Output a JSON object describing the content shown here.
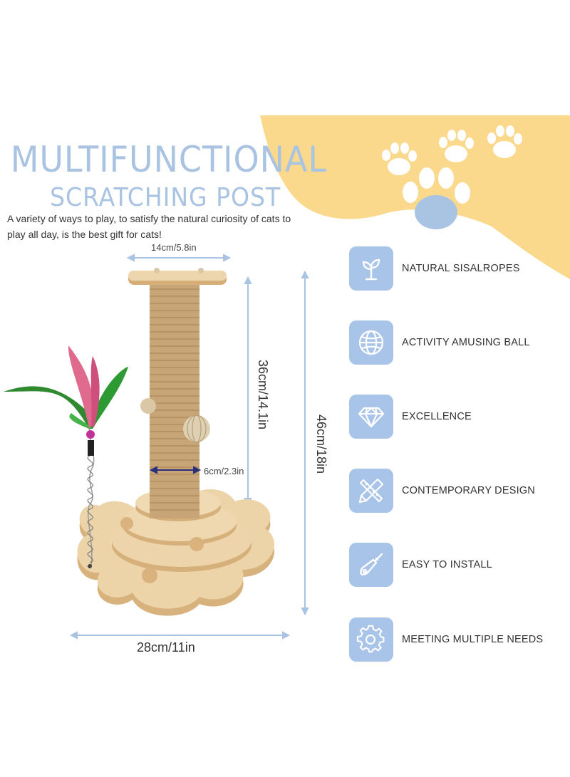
{
  "header": {
    "title_line1": "MULTIFUNCTIONAL",
    "title_line2": "SCRATCHING POST",
    "description": "A variety of ways to play, to satisfy the natural curiosity of cats to play all day, is the best gift for cats!"
  },
  "dimensions": {
    "top_width": "14cm/5.8in",
    "post_height": "36cm/14.1in",
    "post_diameter": "6cm/2.3in",
    "total_height": "46cm/18in",
    "base_width": "28cm/11in"
  },
  "features": [
    {
      "label": "NATURAL SISALROPES",
      "icon": "sprout-icon"
    },
    {
      "label": "ACTIVITY AMUSING BALL",
      "icon": "globe-icon"
    },
    {
      "label": "EXCELLENCE",
      "icon": "diamond-icon"
    },
    {
      "label": "CONTEMPORARY DESIGN",
      "icon": "pencil-ruler-icon"
    },
    {
      "label": "EASY TO INSTALL",
      "icon": "screwdriver-icon"
    },
    {
      "label": "MEETING MULTIPLE NEEDS",
      "icon": "gear-icon"
    }
  ],
  "colors": {
    "accent_blue": "#a9c3e2",
    "icon_bg": "#a8c4e8",
    "yellow": "#fbd98c",
    "wood": "#e3c594",
    "sisal": "#c7a576"
  }
}
